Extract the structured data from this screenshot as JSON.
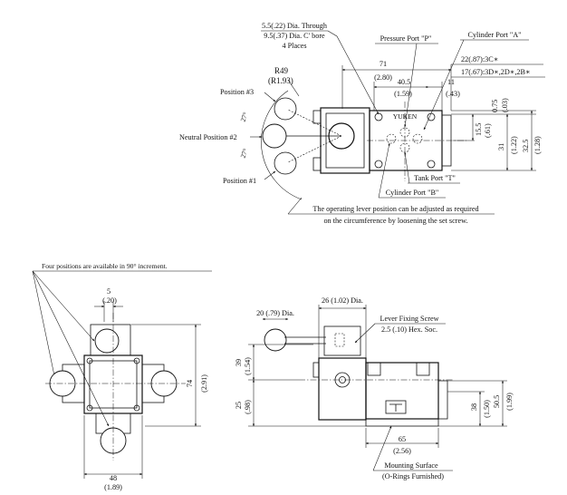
{
  "top_view": {
    "through_hole_line1": "5.5(.22) Dia. Through",
    "through_hole_line2": "9.5(.37) Dia. C' bore",
    "through_hole_line3": "4 Places",
    "pressure_port": "Pressure Port \"P\"",
    "cylinder_port_a": "Cylinder Port \"A\"",
    "radius_mm": "R49",
    "radius_in": "(R1.93)",
    "dim_71": "71",
    "dim_71_in": "(2.80)",
    "dim_40_5": "40.5",
    "dim_40_5_in": "(1.59)",
    "dim_11": "11",
    "dim_11_in": "(.43)",
    "spec_3c": "22(.87):3C∗",
    "spec_3d": "17(.67):3D∗,2D∗,2B∗",
    "dim_0_75": "0.75",
    "dim_0_75_in": "(.03)",
    "dim_15_5": "15.5",
    "dim_15_5_in": "(.61)",
    "dim_31": "31",
    "dim_31_in": "(1.22)",
    "dim_32_5": "32.5",
    "dim_32_5_in": "(1.28)",
    "position_3": "Position #3",
    "neutral_position": "Neutral Position #2",
    "position_1": "Position #1",
    "angle_upper": "27°",
    "angle_lower": "27°",
    "tank_port": "Tank Port \"T\"",
    "cylinder_port_b": "Cylinder Port \"B\"",
    "note_line1": "The operating lever position can be adjusted as required",
    "note_line2": "on the circumference by loosening the set screw.",
    "brand": "YUKEN"
  },
  "front_view": {
    "four_positions_note": "Four positions are available in 90° increment.",
    "dim_5": "5",
    "dim_5_in": "(.20)",
    "dim_74": "74",
    "dim_74_in": "(2.91)",
    "dim_48": "48",
    "dim_48_in": "(1.89)"
  },
  "side_view": {
    "dim_26_dia": "26 (1.02) Dia.",
    "dim_20_dia": "20 (.79) Dia.",
    "lever_screw_line1": "Lever Fixing Screw",
    "lever_screw_line2": "2.5 (.10) Hex. Soc.",
    "dim_39": "39",
    "dim_39_in": "(1.54)",
    "dim_25": "25",
    "dim_25_in": "(.98)",
    "dim_38": "38",
    "dim_38_in": "(1.50)",
    "dim_50_5": "50.5",
    "dim_50_5_in": "(1.99)",
    "dim_65": "65",
    "dim_65_in": "(2.56)",
    "mounting_line1": "Mounting Surface",
    "mounting_line2": "(O-Rings Furnished)"
  }
}
